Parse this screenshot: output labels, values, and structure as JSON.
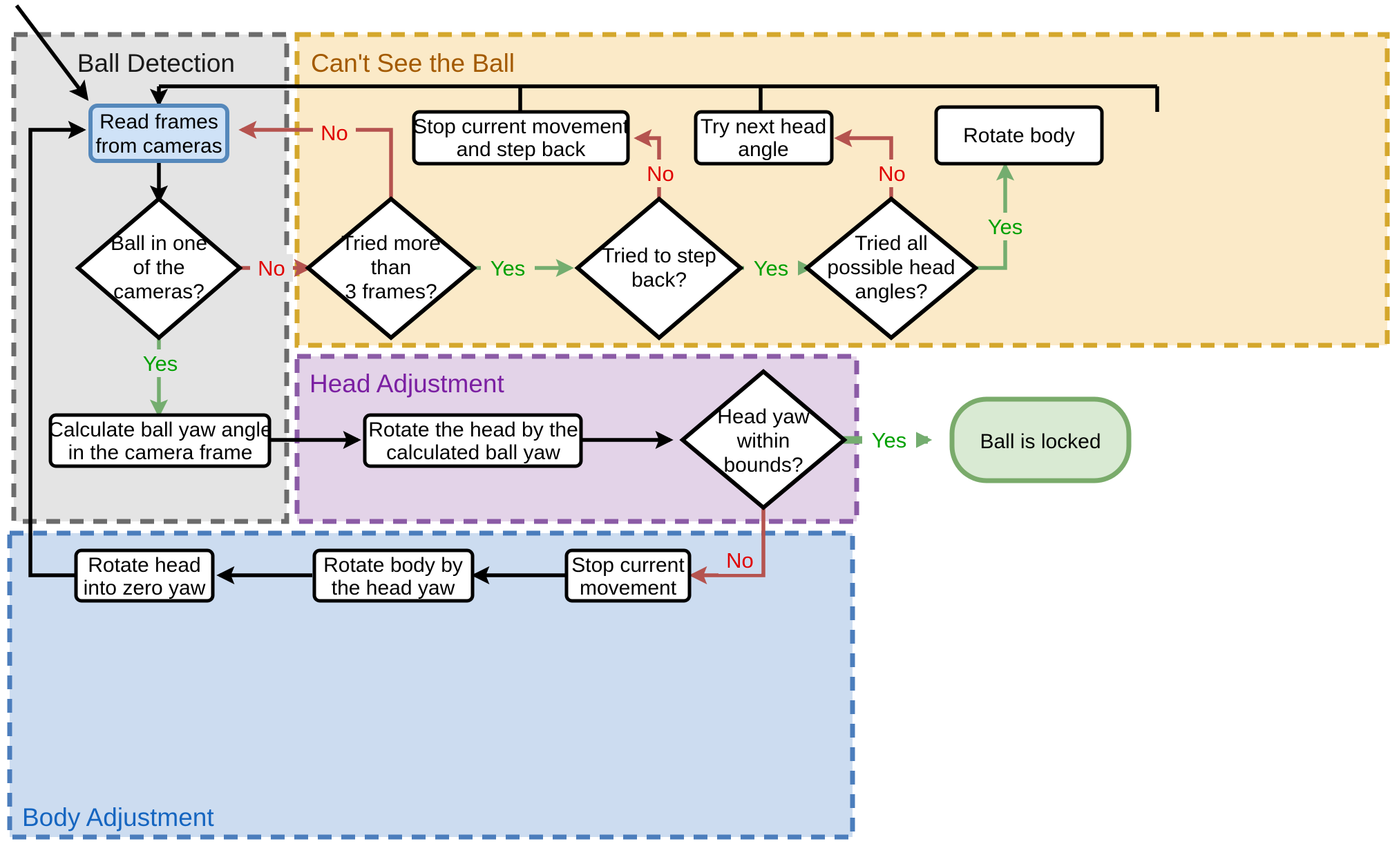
{
  "diagram": {
    "title": "Ball tracking and body alignment flowchart",
    "colors": {
      "ball_detection_fill": "#e4e4e4",
      "ball_detection_border": "#6b6b6b",
      "cant_see_fill": "#fbeac8",
      "cant_see_border": "#d4a72c",
      "cant_see_text": "#a35a00",
      "head_adjustment_fill": "#e3d3e8",
      "head_adjustment_border": "#8b5ba6",
      "head_adjustment_text": "#7b1fa2",
      "body_adjustment_fill": "#ccdcf0",
      "body_adjustment_border": "#4b7dbc",
      "body_adjustment_text": "#1565c0",
      "start_node_fill": "#cfe2f7",
      "start_node_border": "#5588bb",
      "terminal_fill": "#d9ead3",
      "terminal_border": "#7aab6b",
      "yes_color": "#00a000",
      "no_color": "#e00000",
      "arrow_red": "#b5534f",
      "arrow_green": "#74ad6f",
      "arrow_black": "#000000"
    },
    "groups": [
      {
        "id": "ball-detection",
        "label": "Ball Detection"
      },
      {
        "id": "cant-see-ball",
        "label": "Can't See the Ball"
      },
      {
        "id": "head-adjustment",
        "label": "Head Adjustment"
      },
      {
        "id": "body-adjustment",
        "label": "Body Adjustment"
      }
    ],
    "nodes": [
      {
        "id": "read-frames",
        "type": "start",
        "lines": [
          "Read frames",
          "from cameras"
        ]
      },
      {
        "id": "ball-in-cameras",
        "type": "decision",
        "lines": [
          "Ball in one",
          "of the",
          "cameras?"
        ]
      },
      {
        "id": "tried-3-frames",
        "type": "decision",
        "lines": [
          "Tried more",
          "than",
          "3 frames?"
        ]
      },
      {
        "id": "tried-step-back",
        "type": "decision",
        "lines": [
          "Tried to step",
          "back?"
        ]
      },
      {
        "id": "tried-head-angles",
        "type": "decision",
        "lines": [
          "Tried all",
          "possible head",
          "angles?"
        ]
      },
      {
        "id": "stop-step-back",
        "type": "process",
        "lines": [
          "Stop current movement",
          "and step back"
        ]
      },
      {
        "id": "try-next-angle",
        "type": "process",
        "lines": [
          "Try next head",
          "angle"
        ]
      },
      {
        "id": "rotate-body",
        "type": "process",
        "lines": [
          "Rotate body"
        ]
      },
      {
        "id": "calculate-ball-yaw",
        "type": "process",
        "lines": [
          "Calculate ball yaw angle",
          "in the camera frame"
        ]
      },
      {
        "id": "rotate-head-yaw",
        "type": "process",
        "lines": [
          "Rotate the head by the",
          "calculated ball yaw"
        ]
      },
      {
        "id": "head-yaw-bounds",
        "type": "decision",
        "lines": [
          "Head yaw",
          "within",
          "bounds?"
        ]
      },
      {
        "id": "ball-is-locked",
        "type": "terminal",
        "lines": [
          "Ball is locked"
        ]
      },
      {
        "id": "stop-current-move",
        "type": "process",
        "lines": [
          "Stop current",
          "movement"
        ]
      },
      {
        "id": "rotate-body-head",
        "type": "process",
        "lines": [
          "Rotate body by",
          "the head yaw"
        ]
      },
      {
        "id": "rotate-head-zero",
        "type": "process",
        "lines": [
          "Rotate head",
          "into zero yaw"
        ]
      }
    ],
    "edges": [
      {
        "from": "read-frames",
        "to": "ball-in-cameras",
        "label": ""
      },
      {
        "from": "ball-in-cameras",
        "to": "tried-3-frames",
        "label": "No"
      },
      {
        "from": "ball-in-cameras",
        "to": "calculate-ball-yaw",
        "label": "Yes"
      },
      {
        "from": "tried-3-frames",
        "to": "read-frames",
        "label": "No"
      },
      {
        "from": "tried-3-frames",
        "to": "tried-step-back",
        "label": "Yes"
      },
      {
        "from": "tried-step-back",
        "to": "stop-step-back",
        "label": "No"
      },
      {
        "from": "tried-step-back",
        "to": "tried-head-angles",
        "label": "Yes"
      },
      {
        "from": "tried-head-angles",
        "to": "try-next-angle",
        "label": "No"
      },
      {
        "from": "tried-head-angles",
        "to": "rotate-body",
        "label": "Yes"
      },
      {
        "from": "stop-step-back",
        "to": "read-frames",
        "label": ""
      },
      {
        "from": "try-next-angle",
        "to": "read-frames",
        "label": ""
      },
      {
        "from": "rotate-body",
        "to": "read-frames",
        "label": ""
      },
      {
        "from": "calculate-ball-yaw",
        "to": "rotate-head-yaw",
        "label": ""
      },
      {
        "from": "rotate-head-yaw",
        "to": "head-yaw-bounds",
        "label": ""
      },
      {
        "from": "head-yaw-bounds",
        "to": "ball-is-locked",
        "label": "Yes"
      },
      {
        "from": "head-yaw-bounds",
        "to": "stop-current-move",
        "label": "No"
      },
      {
        "from": "stop-current-move",
        "to": "rotate-body-head",
        "label": ""
      },
      {
        "from": "rotate-body-head",
        "to": "rotate-head-zero",
        "label": ""
      },
      {
        "from": "rotate-head-zero",
        "to": "read-frames",
        "label": ""
      }
    ],
    "edge_labels": {
      "ball_no": "No",
      "ball_yes": "Yes",
      "frames_no": "No",
      "frames_yes": "Yes",
      "stepback_no": "No",
      "stepback_yes": "Yes",
      "angles_no": "No",
      "angles_yes": "Yes",
      "headyaw_yes": "Yes",
      "headyaw_no": "No"
    }
  }
}
